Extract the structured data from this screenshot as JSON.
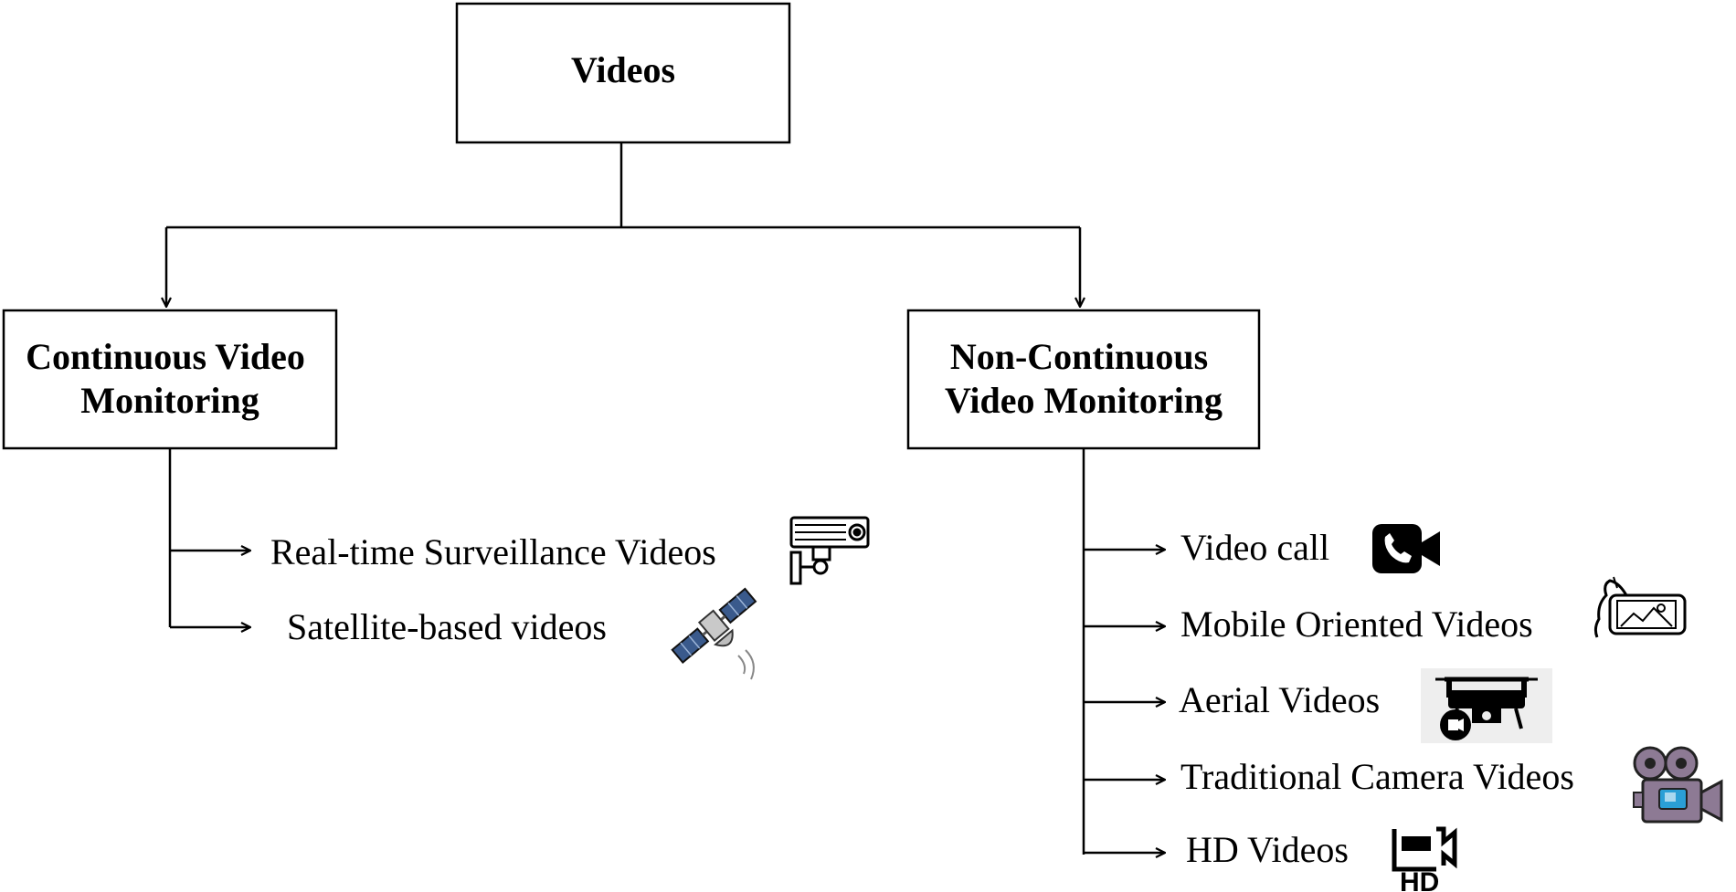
{
  "root": {
    "label": "Videos"
  },
  "branches": [
    {
      "label_lines": [
        "Continuous Video",
        "Monitoring"
      ],
      "items": [
        {
          "label": "Real-time Surveillance Videos",
          "icon": "cctv-camera-icon"
        },
        {
          "label": "Satellite-based videos",
          "icon": "satellite-icon"
        }
      ]
    },
    {
      "label_lines": [
        "Non-Continuous",
        "Video Monitoring"
      ],
      "items": [
        {
          "label": "Video call",
          "icon": "video-call-icon"
        },
        {
          "label": "Mobile Oriented Videos",
          "icon": "mobile-phone-icon"
        },
        {
          "label": "Aerial Videos",
          "icon": "drone-camera-icon"
        },
        {
          "label": "Traditional Camera Videos",
          "icon": "film-camera-icon"
        },
        {
          "label": "HD Videos",
          "icon": "hd-video-icon"
        }
      ]
    }
  ],
  "colors": {
    "line": "#000000",
    "satellite_panel": "#3a5a8c",
    "film_camera": "#8d7a94",
    "film_camera_lens": "#2a9fd6",
    "drone_bg": "#eeeeee"
  }
}
